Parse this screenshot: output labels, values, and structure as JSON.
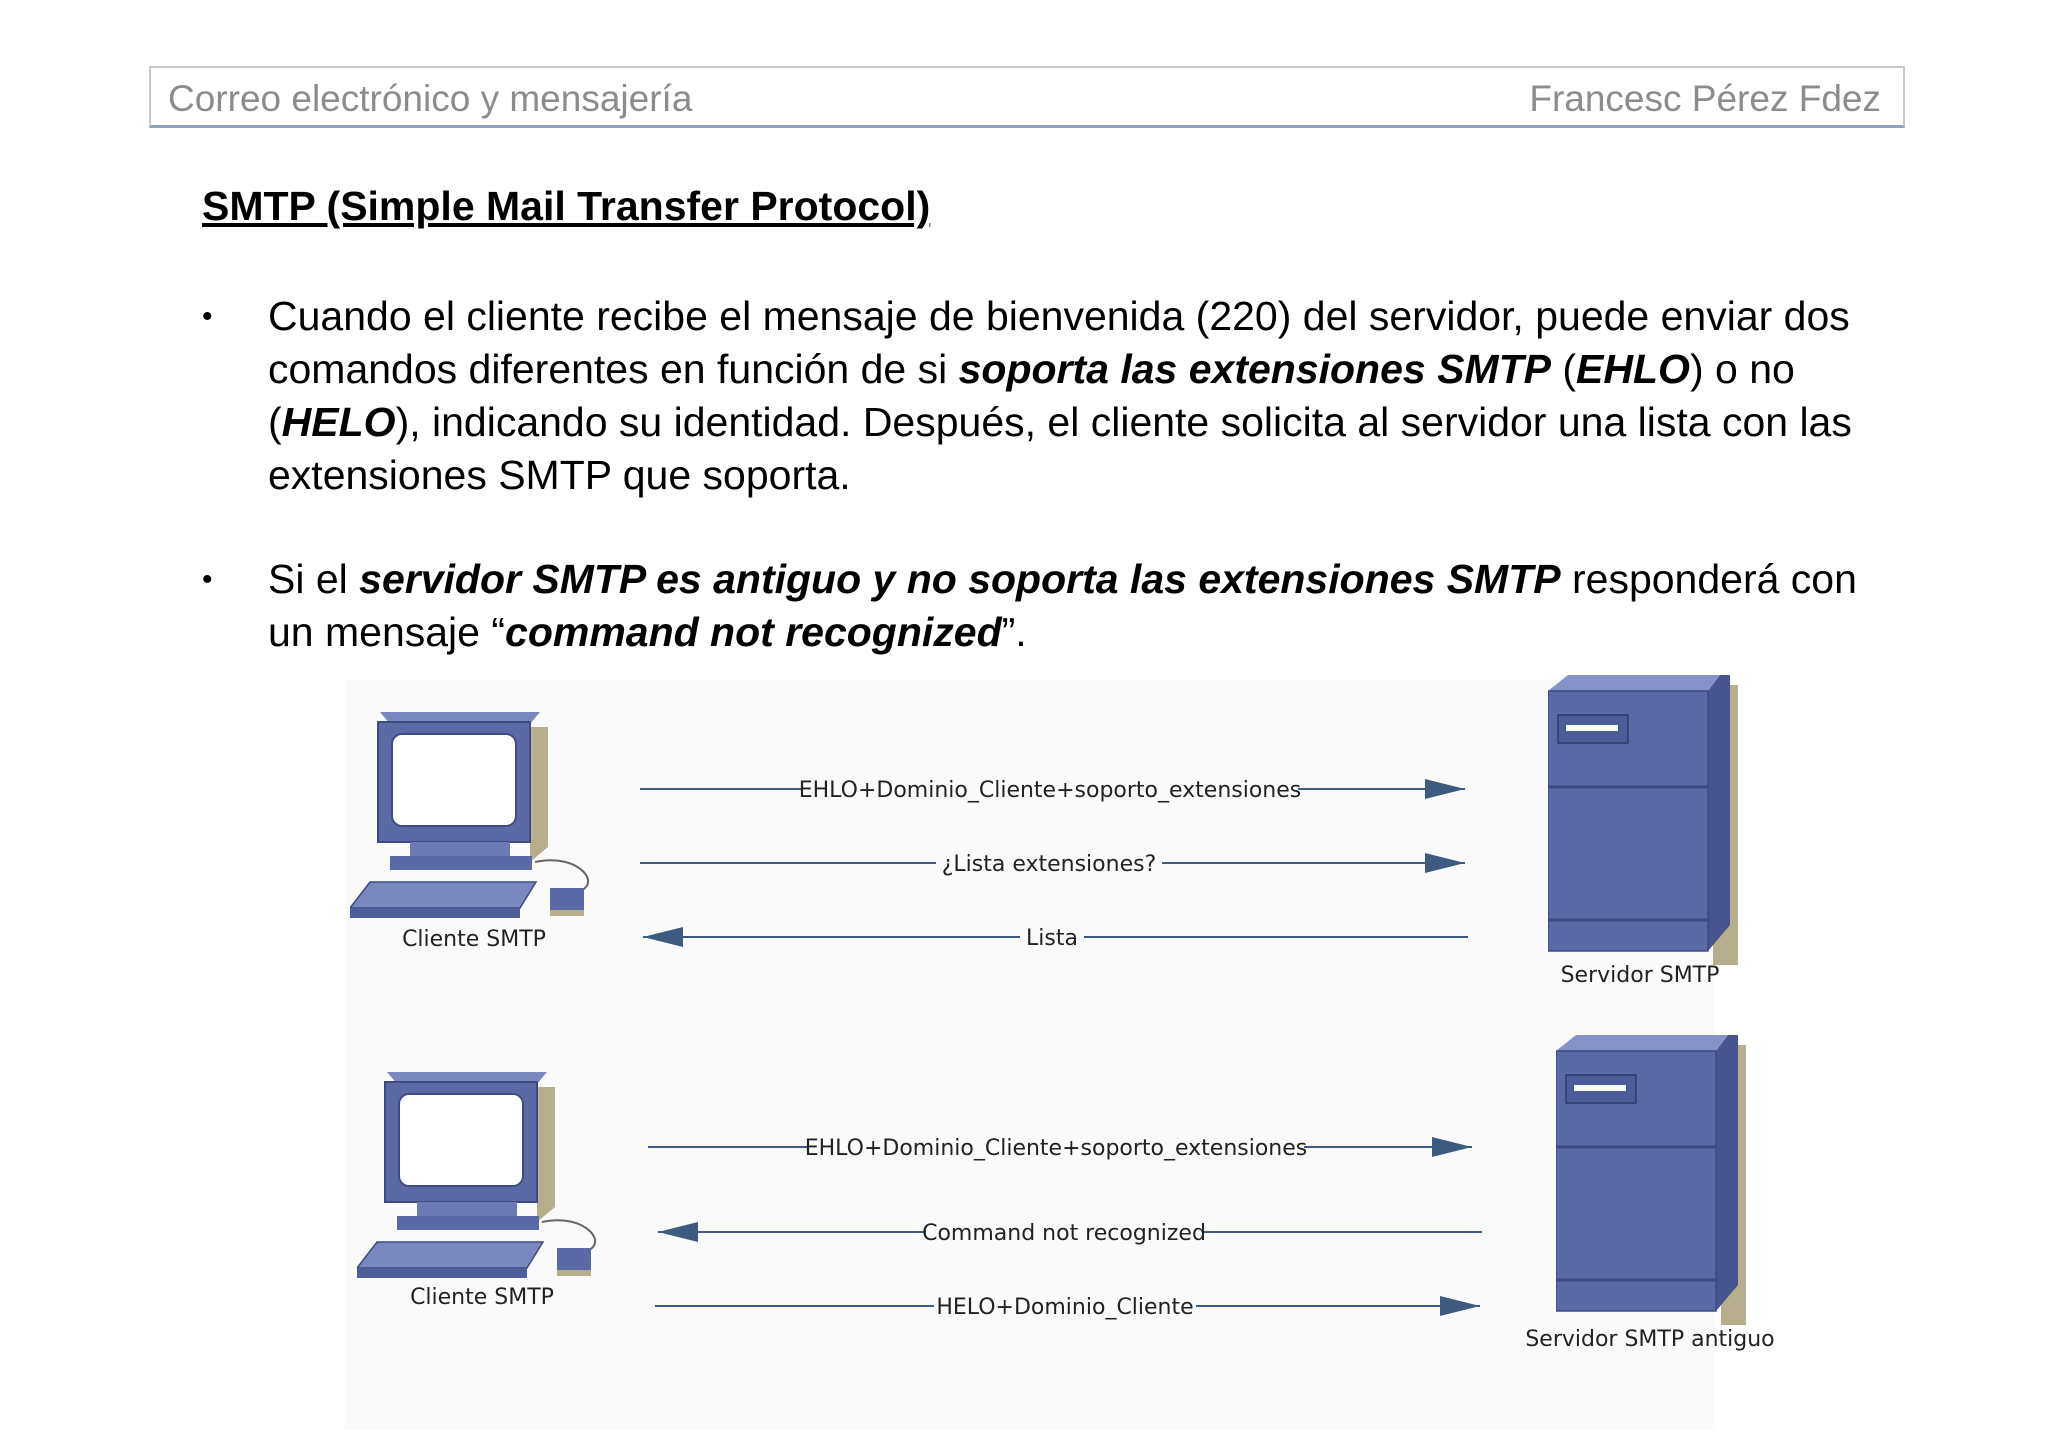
{
  "header": {
    "left": "Correo electrónico y mensajería",
    "right": "Francesc Pérez Fdez"
  },
  "title": "SMTP (Simple Mail Transfer Protocol)",
  "bullets": [
    {
      "p1": "Cuando el cliente recibe el mensaje de bienvenida (220) del servidor, puede enviar dos comandos diferentes en función de si ",
      "b1": "soporta las extensiones SMTP",
      "p2": " (",
      "b2": "EHLO",
      "p3": ") o no (",
      "b3": "HELO",
      "p4": "), indicando su identidad. Después, el cliente solicita al servidor una lista con las extensiones SMTP que soporta."
    },
    {
      "p1": "Si el ",
      "b1": "servidor SMTP es antiguo y no soporta las extensiones SMTP",
      "p2": " responderá con un mensaje “",
      "b2": "command not recognized",
      "p3": "”."
    }
  ],
  "diagram": {
    "top": {
      "client_label": "Cliente SMTP",
      "server_label": "Servidor SMTP",
      "messages": [
        "EHLO+Dominio_Cliente+soporto_extensiones",
        "¿Lista extensiones?",
        "Lista"
      ]
    },
    "bottom": {
      "client_label": "Cliente SMTP",
      "server_label": "Servidor SMTP antiguo",
      "messages": [
        "EHLO+Dominio_Cliente+soporto_extensiones",
        "Command not recognized",
        "HELO+Dominio_Cliente"
      ]
    }
  },
  "colors": {
    "device": "#5b6aa6",
    "line": "#3d5a80",
    "header_border": "#8ea3bf"
  }
}
